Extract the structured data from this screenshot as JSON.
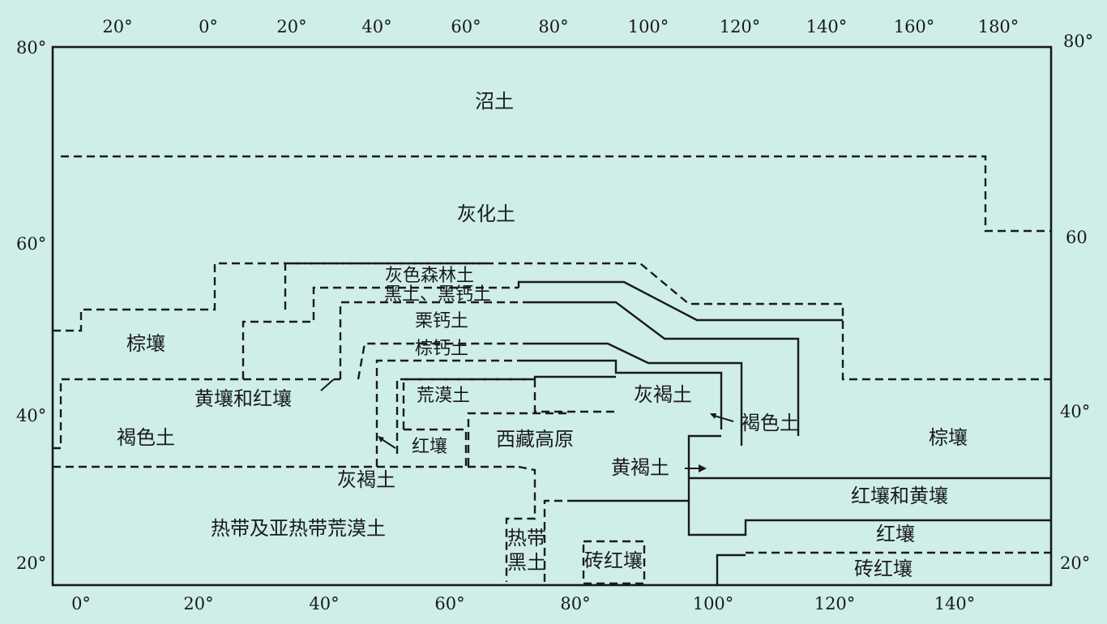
{
  "map": {
    "top_longitude_labels": [
      "20°",
      "0°",
      "20°",
      "40°",
      "60°",
      "80°",
      "100°",
      "120°",
      "140°",
      "160°",
      "180°"
    ],
    "bottom_longitude_labels": [
      "0°",
      "20°",
      "40°",
      "60°",
      "80°",
      "100°",
      "120°",
      "140°"
    ],
    "left_latitude_labels": [
      "80°",
      "60°",
      "40°",
      "20°"
    ],
    "right_latitude_labels": [
      "80°",
      "60",
      "40°",
      "20°"
    ],
    "zones": {
      "tundra": "沼土",
      "podzol": "灰化土",
      "gray_forest": "灰色森林土",
      "chernozem": "黑土、黑钙土",
      "chestnut": "栗钙土",
      "brown_calcic": "棕钙土",
      "desert": "荒漠土",
      "red_soil_small": "红壤",
      "tibet": "西藏高原",
      "gray_brown_east": "灰褐土",
      "brown_color_east": "褐色土",
      "yellow_brown": "黄褐土",
      "brown_earth_west": "棕壤",
      "yellow_red_west": "黄壤和红壤",
      "brown_color_west": "褐色土",
      "gray_brown_west": "灰褐土",
      "tropical_desert": "热带及亚热带荒漠土",
      "tropical_black": "热带黑土",
      "laterite_center": "砖红壤",
      "brown_earth_east": "棕壤",
      "red_yellow_east": "红壤和黄壤",
      "red_east": "红壤",
      "laterite_east": "砖红壤"
    }
  }
}
